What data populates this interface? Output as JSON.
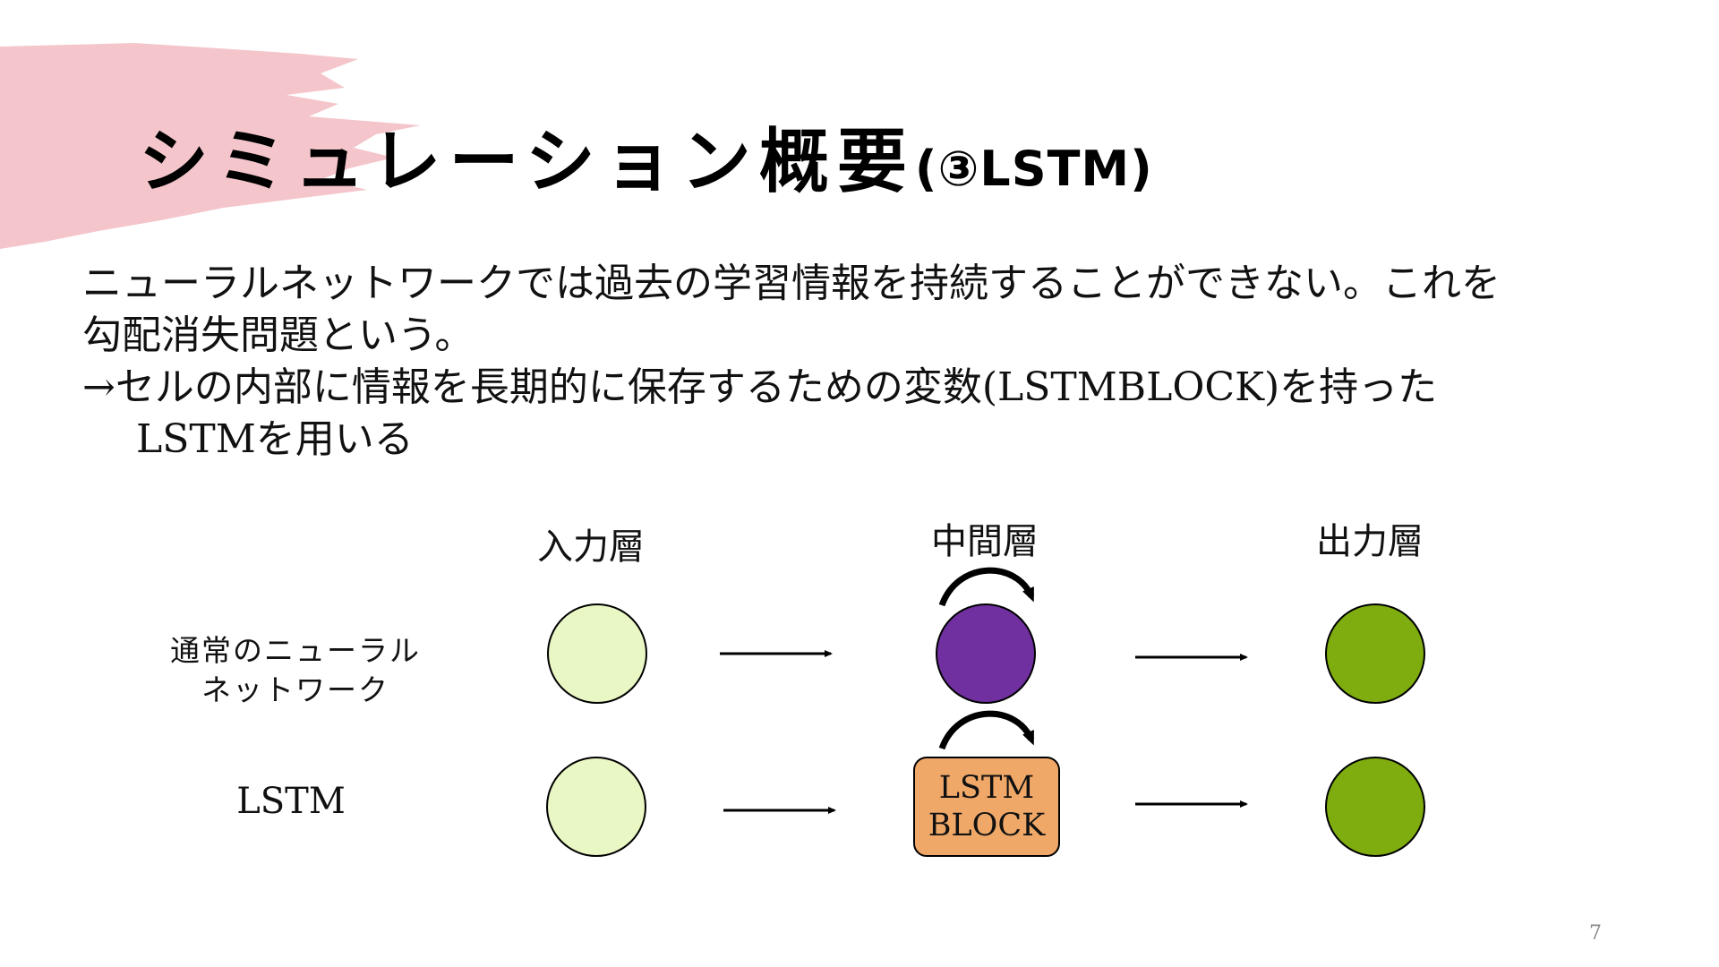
{
  "title": {
    "main": "シミュレーション概要",
    "sub": "(③LSTM)"
  },
  "body": {
    "lines": [
      "ニューラルネットワークでは過去の学習情報を持続することができない。これを",
      "勾配消失問題という。",
      "→セルの内部に情報を長期的に保存するための変数(LSTMBLOCK)を持った",
      "LSTMを用いる"
    ]
  },
  "diagram": {
    "layers": {
      "input": "入力層",
      "hidden": "中間層",
      "output": "出力層"
    },
    "rows": {
      "normal": {
        "label_line1": "通常のニューラル",
        "label_line2": "ネットワーク"
      },
      "lstm": {
        "label": "LSTM",
        "block_line1": "LSTM",
        "block_line2": "BLOCK"
      }
    },
    "colors": {
      "input_node": "#e9f7c4",
      "hidden_node": "#7030a0",
      "output_node": "#7fad10",
      "lstm_block": "#f0a868",
      "brush": "#f4c6cb"
    }
  },
  "page_number": "7"
}
